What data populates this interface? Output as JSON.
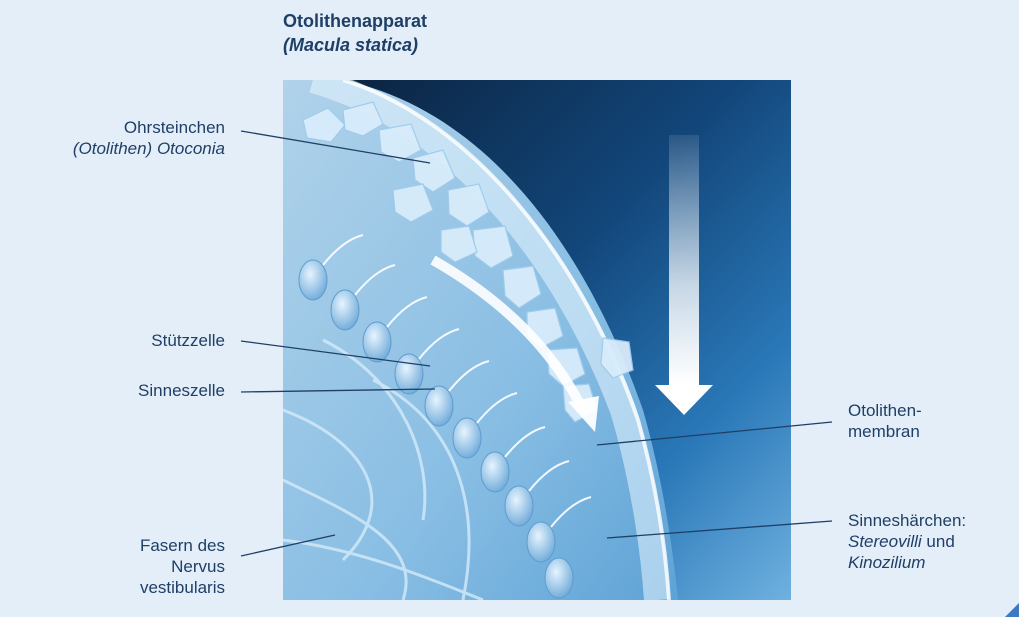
{
  "title": {
    "main": "Otolithenapparat",
    "sub": "(Macula statica)"
  },
  "labels": {
    "ohrsteinchen": {
      "line1": "Ohrsteinchen",
      "line2_a": "(Otolithen) ",
      "line2_b": "Otoconia"
    },
    "stuetzzelle": "Stützzelle",
    "sinneszelle": "Sinneszelle",
    "fasern": {
      "line1": "Fasern des",
      "line2": "Nervus",
      "line3": "vestibularis"
    },
    "otolithenmembran": {
      "line1": "Otolithen-",
      "line2": "membran"
    },
    "sinneshaerchen": {
      "line1": "Sinneshärchen:",
      "line2_a": "Stereovilli",
      "line2_b": " und",
      "line3": "Kinozilium"
    }
  },
  "colors": {
    "background": "#e3eef9",
    "text": "#1f3f66",
    "illustration_dark": "#0b2440",
    "illustration_light": "#cfe6f7",
    "accent": "#3d78c4"
  },
  "icons": {
    "gravity_arrow": "down-arrow-icon",
    "motion_arrow": "curved-arrow-icon"
  }
}
